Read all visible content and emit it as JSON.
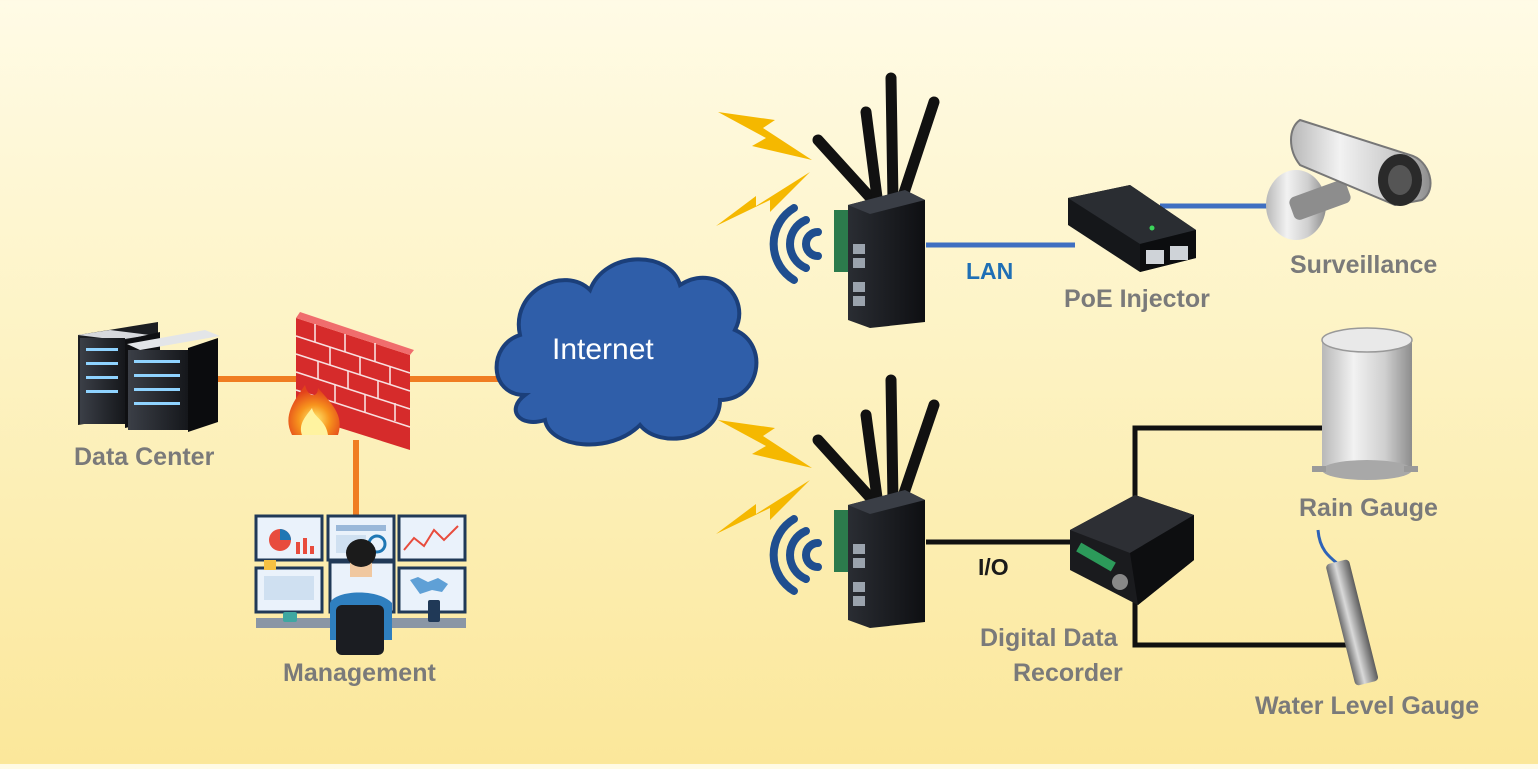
{
  "nodes": {
    "internet": "Internet",
    "data_center": "Data Center",
    "management": "Management",
    "poe_injector": "PoE Injector",
    "surveillance": "Surveillance",
    "rain_gauge": "Rain Gauge",
    "recorder_line1": "Digital Data",
    "recorder_line2": "Recorder",
    "water_level_gauge": "Water Level Gauge"
  },
  "links": {
    "lan": "LAN",
    "io": "I/O"
  },
  "colors": {
    "wan_link": "#f07d22",
    "lan_link": "#3f6fc1",
    "io_link": "#111111",
    "cloud": "#2f5ea9",
    "wifi": "#1f4e8f",
    "lightning": "#f5b800"
  }
}
